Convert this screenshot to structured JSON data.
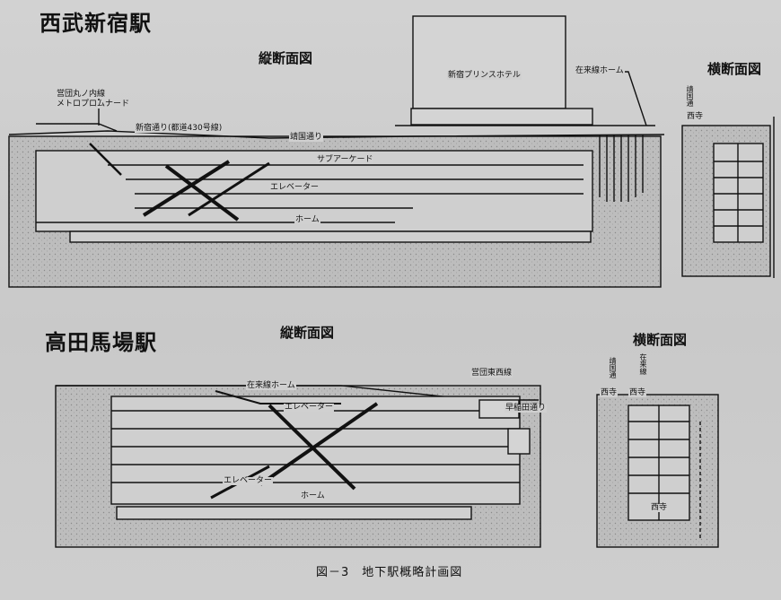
{
  "figure": {
    "caption": "図－3　地下駅概略計画図"
  },
  "seibu": {
    "title": "西武新宿駅",
    "longitudinal": {
      "title": "縦断面図",
      "labels": {
        "eidan": "営団丸ノ内線",
        "metro": "メトロプロムナード",
        "shinjuku_dori": "新宿通り(都道430号線)",
        "yasukuni": "靖国通り",
        "hotel": "新宿プリンスホテル",
        "zairai": "在来線ホーム",
        "sub_arcade": "サブアーケード",
        "elevator": "エレベーター",
        "platform": "ホーム"
      }
    },
    "cross": {
      "title": "横断面図",
      "labels": {
        "yasukuni_v": "靖国通",
        "marker": "西寺"
      }
    }
  },
  "takadanobaba": {
    "title": "高田馬場駅",
    "longitudinal": {
      "title": "縦断面図",
      "labels": {
        "zairai": "在来線ホーム",
        "eidan_tozai": "営団東西線",
        "waseda": "早稲田通り",
        "elevator_top": "エレベーター",
        "elevator_bottom": "エレベーター",
        "platform": "ホーム"
      }
    },
    "cross": {
      "title": "横断面図",
      "labels": {
        "yasukuni_v": "靖国通",
        "zairai_v": "在来線",
        "marker_l": "西寺",
        "marker_r": "西寺",
        "bottom": "西寺"
      }
    }
  }
}
